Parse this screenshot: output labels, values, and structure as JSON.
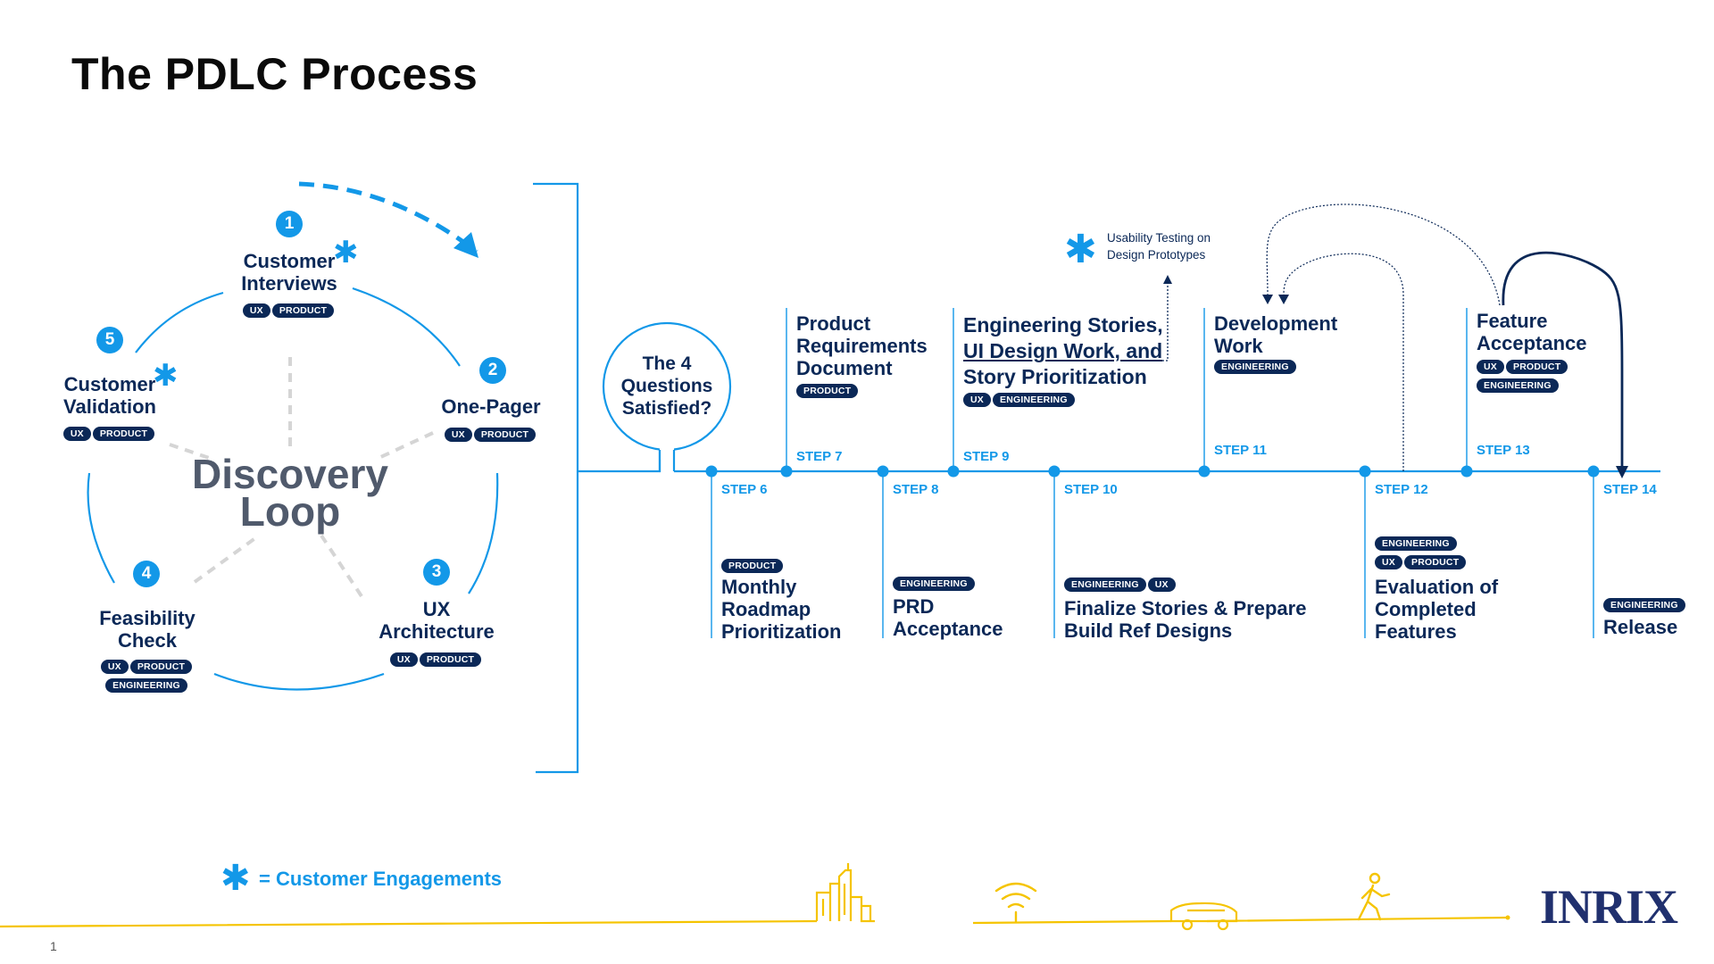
{
  "title": "The PDLC Process",
  "discovery_loop": {
    "center_label": [
      "Discovery",
      "Loop"
    ],
    "steps": [
      {
        "number": "1",
        "label": [
          "Customer",
          "Interviews"
        ],
        "tags": [
          "UX",
          "PRODUCT"
        ],
        "customer_engagement": true
      },
      {
        "number": "2",
        "label": [
          "One-Pager"
        ],
        "tags": [
          "UX",
          "PRODUCT"
        ],
        "customer_engagement": false
      },
      {
        "number": "3",
        "label": [
          "UX",
          "Architecture"
        ],
        "tags": [
          "UX",
          "PRODUCT"
        ],
        "customer_engagement": false
      },
      {
        "number": "4",
        "label": [
          "Feasibility",
          "Check"
        ],
        "tags": [
          "UX",
          "PRODUCT",
          "ENGINEERING"
        ],
        "customer_engagement": false
      },
      {
        "number": "5",
        "label": [
          "Customer",
          "Validation"
        ],
        "tags": [
          "UX",
          "PRODUCT"
        ],
        "customer_engagement": true
      }
    ]
  },
  "gate": {
    "label": [
      "The 4",
      "Questions",
      "Satisfied?"
    ]
  },
  "usability_note": {
    "lines": [
      "Usability Testing on",
      "Design Prototypes"
    ]
  },
  "timeline_steps": [
    {
      "step": "STEP 6",
      "position": "below",
      "title": [
        "Monthly",
        "Roadmap",
        "Prioritization"
      ],
      "tags": [
        [
          "PRODUCT"
        ]
      ]
    },
    {
      "step": "STEP 7",
      "position": "above",
      "title": [
        "Product",
        "Requirements",
        "Document"
      ],
      "tags": [
        [
          "PRODUCT"
        ]
      ]
    },
    {
      "step": "STEP 8",
      "position": "below",
      "title": [
        "PRD",
        "Acceptance"
      ],
      "tags": [
        [
          "ENGINEERING"
        ]
      ]
    },
    {
      "step": "STEP 9",
      "position": "above",
      "title": [
        "Engineering Stories,",
        "UI Design Work, and",
        "Story Prioritization"
      ],
      "tags": [
        [
          "UX",
          "ENGINEERING"
        ]
      ]
    },
    {
      "step": "STEP 10",
      "position": "below",
      "title": [
        "Finalize Stories & Prepare",
        "Build Ref Designs"
      ],
      "tags": [
        [
          "ENGINEERING",
          "UX"
        ]
      ]
    },
    {
      "step": "STEP 11",
      "position": "above",
      "title": [
        "Development",
        "Work"
      ],
      "tags": [
        [
          "ENGINEERING"
        ]
      ]
    },
    {
      "step": "STEP 12",
      "position": "below",
      "title": [
        "Evaluation of",
        "Completed",
        "Features"
      ],
      "tags": [
        [
          "ENGINEERING"
        ],
        [
          "UX",
          "PRODUCT"
        ]
      ]
    },
    {
      "step": "STEP 13",
      "position": "above",
      "title": [
        "Feature",
        "Acceptance"
      ],
      "tags": [
        [
          "UX",
          "PRODUCT"
        ],
        [
          "ENGINEERING"
        ]
      ]
    },
    {
      "step": "STEP 14",
      "position": "below",
      "title": [
        "Release"
      ],
      "tags": [
        [
          "ENGINEERING"
        ]
      ]
    }
  ],
  "legend": {
    "symbol": "*",
    "text": "= Customer Engagements"
  },
  "logo": "INRIX",
  "page_number": "1",
  "colors": {
    "navy": "#0b2857",
    "blue": "#1398e8",
    "gray": "#505a6c",
    "yellow": "#f5c400"
  },
  "icons": [
    "asterisk-icon",
    "city-skyline-icon",
    "wifi-signal-icon",
    "car-icon",
    "pedestrian-icon"
  ]
}
